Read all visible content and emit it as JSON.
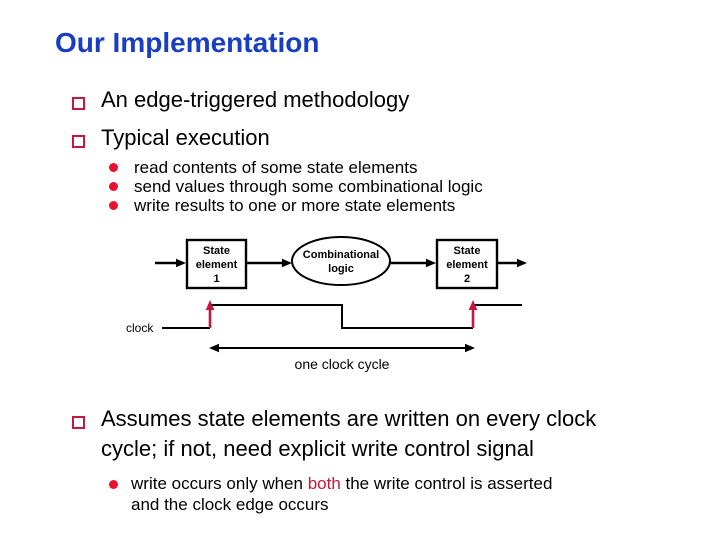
{
  "colors": {
    "title_blue": "#1a3ec2",
    "crimson": "#c5173f",
    "bullet_dot_red": "#e8112d",
    "line_black": "#000000"
  },
  "title": "Our Implementation",
  "bullet1": {
    "text": "An edge-triggered methodology"
  },
  "bullet2": {
    "text": "Typical execution",
    "items": [
      "read contents of some state elements",
      "send values through some combinational logic",
      "write results to one or more state elements"
    ]
  },
  "diagram": {
    "state_element_1": "State\nelement\n1",
    "combinational_logic": "Combinational\nlogic",
    "state_element_2": "State\nelement\n2",
    "clock_label": "clock",
    "cycle_label": "one clock cycle"
  },
  "bullet3": {
    "line1": "Assumes state elements are written on every clock",
    "line2": "cycle; if not, need explicit write control signal",
    "sub": {
      "line1_pre": "write occurs only when ",
      "line1_em": "both",
      "line1_post": " the write control is asserted",
      "line2": "and the clock edge occurs"
    }
  }
}
